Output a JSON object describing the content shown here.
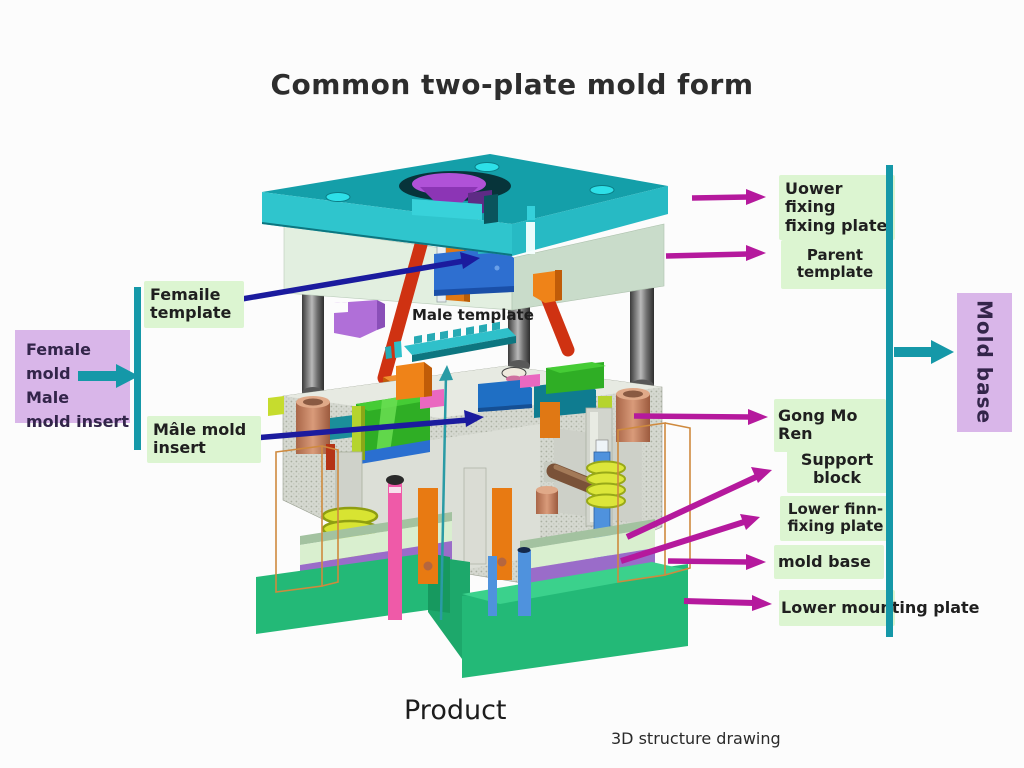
{
  "title": "Common two-plate mold form",
  "diagram": {
    "left": {
      "group_box_text": "Female mold\nMale\nmold insert",
      "female_template": "Femaile\ntemplate",
      "male_mold_insert": "Mâle mold\ninsert"
    },
    "right": {
      "upper_fixing_plate": "Uower fixing\nfixing plate",
      "parent_template": "Parent template",
      "gong_mo_ren": "Gong Mo Ren",
      "support_block": "Support\nblock",
      "lower_fin_fixing_plate": "Lower finn-\nfixing plate",
      "mold_base_small": "mold base",
      "lower_mounting_plate": "Lower mounting plate",
      "mold_base_box": "Mold base"
    },
    "inline": {
      "male_template": "Male template"
    },
    "footer": {
      "product": "Product",
      "caption": "3D structure drawing"
    }
  },
  "colors": {
    "annotation_magenta": "#b5199d",
    "annotation_navy": "#1b1b9e",
    "annotation_teal": "#1598a8",
    "label_green_bg": "#dcf5d1",
    "label_purple_bg": "#d9b6e9",
    "mold_plate_teal": "#149fa9",
    "mold_body_mint": "#e2efe0",
    "mold_base_green": "#23b977",
    "ejector_plate_purple": "#9a6cc9"
  }
}
